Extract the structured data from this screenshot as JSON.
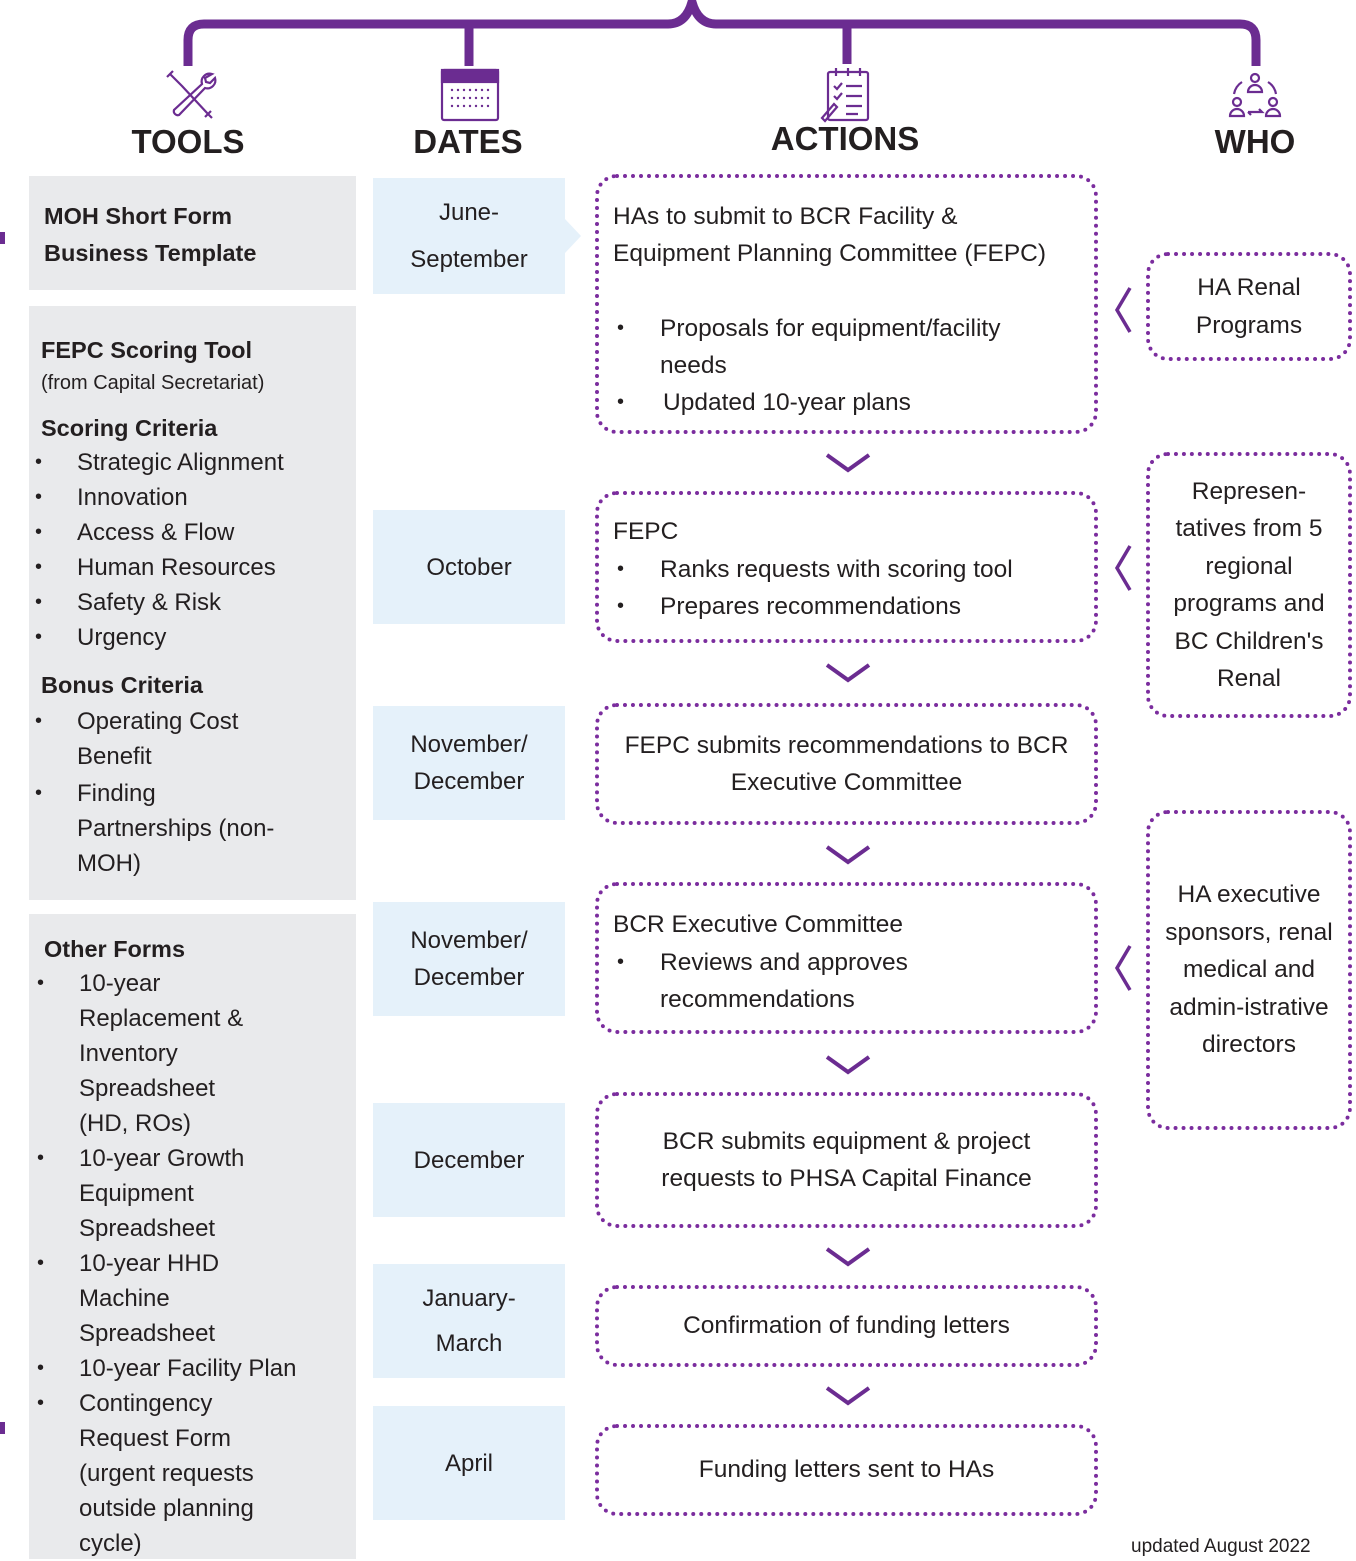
{
  "colors": {
    "purple": "#6b2c91",
    "dotted_border": "#7b2d9e",
    "gray_panel": "#e9eaec",
    "blue_panel": "#e5f1fa"
  },
  "headers": {
    "tools": "TOOLS",
    "dates": "DATES",
    "actions": "ACTIONS",
    "who": "WHO"
  },
  "icons": {
    "tools": "wrench-screwdriver-icon",
    "dates": "calendar-icon",
    "actions": "checklist-icon",
    "who": "people-cycle-icon"
  },
  "tools": {
    "moh": "MOH Short Form Business Template",
    "fepc_title": "FEPC Scoring Tool",
    "fepc_sub": "(from Capital Secretariat)",
    "scoring_title": "Scoring Criteria",
    "scoring_items": [
      "Strategic Alignment",
      "Innovation",
      "Access & Flow",
      "Human Resources",
      "Safety & Risk",
      "Urgency"
    ],
    "bonus_title": "Bonus Criteria",
    "bonus_items": [
      "Operating Cost Benefit",
      "Finding Partnerships (non-MOH)"
    ],
    "other_title": "Other Forms",
    "other_items": [
      "10-year Replacement & Inventory Spreadsheet (HD, ROs)",
      "10-year Growth Equipment Spreadsheet",
      "10-year HHD Machine Spreadsheet",
      "10-year Facility Plan",
      "Contingency Request Form (urgent requests outside planning cycle)"
    ]
  },
  "dates": {
    "d1a": "June-",
    "d1b": "September",
    "d2": "October",
    "d3a": "November/",
    "d3b": "December",
    "d4a": "November/",
    "d4b": "December",
    "d5": "December",
    "d6a": "January-",
    "d6b": "March",
    "d7": "April"
  },
  "actions": {
    "a1_main": "HAs to submit to BCR Facility & Equipment Planning Committee (FEPC)",
    "a1_items": [
      "Proposals for equipment/facility needs",
      "Updated 10-year plans"
    ],
    "a2_main": "FEPC",
    "a2_items": [
      "Ranks requests with scoring tool",
      "Prepares recommendations"
    ],
    "a3": "FEPC submits recommendations to BCR Executive Committee",
    "a4_main": "BCR Executive Committee",
    "a4_items": [
      "Reviews and approves recommendations"
    ],
    "a5": "BCR submits equipment & project requests to PHSA Capital Finance",
    "a6": "Confirmation of funding letters",
    "a7": "Funding letters sent to HAs"
  },
  "who": {
    "w1": "HA Renal Programs",
    "w2": "Represen-tatives from 5 regional programs and BC Children's Renal",
    "w3": "HA executive sponsors, renal medical and admin-istrative directors"
  },
  "footer": "updated August 2022"
}
